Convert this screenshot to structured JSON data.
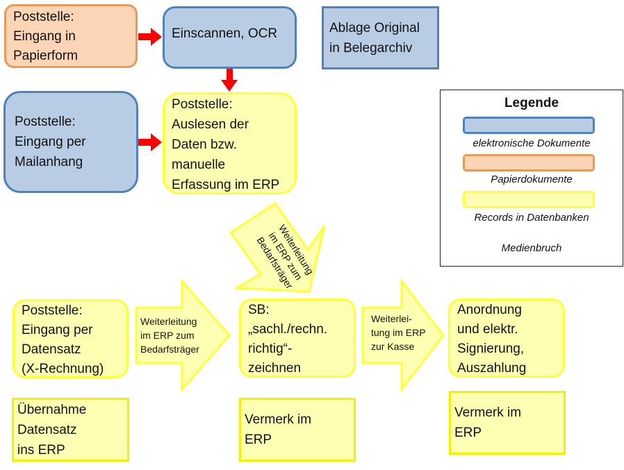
{
  "colors": {
    "electronic_fill": "#b8cce4",
    "electronic_border": "#4f81bd",
    "paper_fill": "#fbd5b5",
    "paper_border": "#e69a57",
    "record_fill": "#ffffb3",
    "record_border": "#ffff33",
    "media_break_arrow": "#ff0000"
  },
  "nodes": {
    "paper_input": {
      "lines": [
        "Poststelle:",
        "Eingang in",
        "Papierform"
      ],
      "type": "paper"
    },
    "scan_ocr": {
      "lines": [
        "Einscannen, OCR"
      ],
      "type": "electronic"
    },
    "archive": {
      "lines": [
        "Ablage Original",
        "in Belegarchiv"
      ],
      "type": "electronic"
    },
    "mail_input": {
      "lines": [
        "Poststelle:",
        "Eingang per",
        "Mailanhang"
      ],
      "type": "electronic"
    },
    "read_data": {
      "lines": [
        "Poststelle:",
        "Auslesen der",
        "Daten bzw.",
        "manuelle",
        "Erfassung im ERP"
      ],
      "type": "record"
    },
    "dataset_input": {
      "lines": [
        "Poststelle:",
        "Eingang per",
        "Datensatz",
        "(X-Rechnung)"
      ],
      "type": "record"
    },
    "sb_sign": {
      "lines": [
        "SB:",
        "„sachl./rechn.",
        "richtig“-",
        "zeichnen"
      ],
      "type": "record"
    },
    "payment": {
      "lines": [
        "Anordnung",
        "und elektr.",
        "Signierung,",
        "Auszahlung"
      ],
      "type": "record"
    },
    "import_dataset": {
      "lines": [
        "Übernahme",
        "Datensatz",
        "ins ERP"
      ],
      "type": "record"
    },
    "note_sb": {
      "lines": [
        "Vermerk im",
        "ERP"
      ],
      "type": "record"
    },
    "note_payment": {
      "lines": [
        "Vermerk im",
        "ERP"
      ],
      "type": "record"
    }
  },
  "flow_arrows": {
    "diagonal": {
      "lines": [
        "Weiterleitung",
        "im ERP zum",
        "Bedarfsträger"
      ]
    },
    "to_requester": {
      "lines": [
        "Weiterleitung",
        "im ERP zum",
        "Bedarfsträger"
      ]
    },
    "to_cashier": {
      "lines": [
        "Weiterlei-",
        "tung im ERP",
        "zur Kasse"
      ]
    }
  },
  "legend": {
    "title": "Legende",
    "items": [
      {
        "label": "elektronische Dokumente",
        "kind": "electronic"
      },
      {
        "label": "Papierdokumente",
        "kind": "paper"
      },
      {
        "label": "Records in Datenbanken",
        "kind": "record"
      },
      {
        "label": "Medienbruch",
        "kind": "media-break-arrow"
      }
    ]
  }
}
